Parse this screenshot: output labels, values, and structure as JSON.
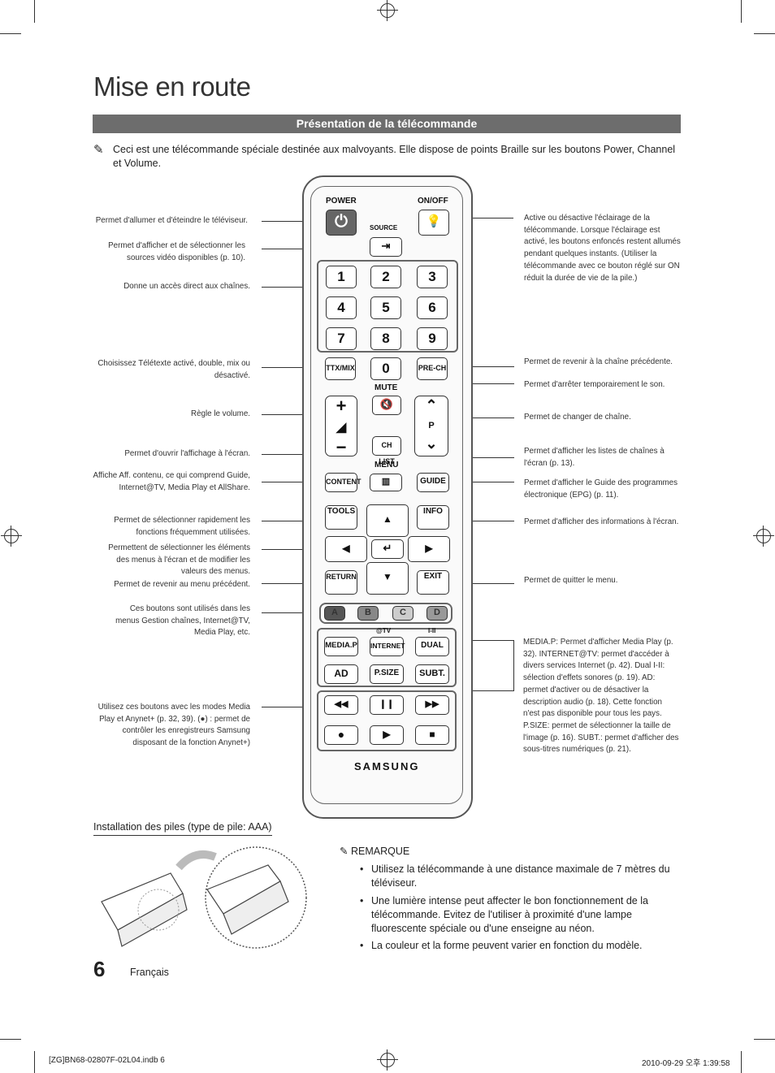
{
  "page": {
    "title": "Mise en route",
    "section": "Présentation de la télécommande",
    "note": "Ceci est une télécommande spéciale destinée aux malvoyants. Elle dispose de points Braille sur les boutons Power, Channel et Volume.",
    "page_number": "6",
    "language": "Français"
  },
  "left_desc": [
    "Permet d'allumer et d'éteindre le téléviseur.",
    "Permet d'afficher et de sélectionner les sources vidéo disponibles (p. 10).",
    "Donne un accès direct aux chaînes.",
    "Choisissez Télétexte activé, double, mix ou désactivé.",
    "Règle le volume.",
    "Permet d'ouvrir l'affichage à l'écran.",
    "Affiche Aff. contenu, ce qui comprend Guide, Internet@TV, Media Play et AllShare.",
    "Permet de sélectionner rapidement les fonctions fréquemment utilisées.",
    "Permettent de sélectionner les éléments des menus à l'écran et de modifier les valeurs des menus.",
    "Permet de revenir au menu précédent.",
    "Ces boutons sont utilisés dans les menus Gestion chaînes, Internet@TV, Media Play, etc.",
    "Utilisez ces boutons avec les modes Media Play et Anynet+ (p. 32, 39). (●) : permet de contrôler les enregistreurs Samsung disposant de la fonction Anynet+)"
  ],
  "right_desc": [
    "Active ou désactive l'éclairage de la télécommande. Lorsque l'éclairage est activé, les boutons enfoncés restent allumés pendant quelques instants. (Utiliser la télécommande avec ce bouton réglé sur ON réduit la durée de vie de la pile.)",
    "Permet de revenir à la chaîne précédente.",
    "Permet d'arrêter temporairement le son.",
    "Permet de changer de chaîne.",
    "Permet d'afficher les listes de chaînes à l'écran (p. 13).",
    "Permet d'afficher le Guide des programmes électronique (EPG) (p. 11).",
    "Permet d'afficher des informations à l'écran.",
    "Permet de quitter le menu.",
    "MEDIA.P: Permet d'afficher Media Play (p. 32). INTERNET@TV: permet d'accéder à divers services Internet (p. 42). Dual I-II: sélection d'effets sonores (p. 19). AD: permet d'activer ou de désactiver la description audio (p. 18). Cette fonction n'est pas disponible pour tous les pays. P.SIZE: permet de sélectionner la taille de l'image (p. 16). SUBT.: permet d'afficher des sous-titres numériques (p. 21)."
  ],
  "remote": {
    "power": "POWER",
    "onoff": "ON/OFF",
    "source": "SOURCE",
    "digits": [
      "1",
      "2",
      "3",
      "4",
      "5",
      "6",
      "7",
      "8",
      "9"
    ],
    "ttx": "TTX/MIX",
    "zero": "0",
    "prech": "PRE-CH",
    "mute": "MUTE",
    "p": "P",
    "chlist": "CH LIST",
    "menu": "MENU",
    "content": "CONTENT",
    "guide": "GUIDE",
    "tools": "TOOLS",
    "info": "INFO",
    "return": "RETURN",
    "exit": "EXIT",
    "colors": [
      "A",
      "B",
      "C",
      "D"
    ],
    "atv": "@TV",
    "i_ii": "I-II",
    "media": "MEDIA.P",
    "internet": "INTERNET",
    "dual": "DUAL",
    "ad": "AD",
    "psize": "P.SIZE",
    "subt": "SUBT.",
    "brand": "SAMSUNG"
  },
  "battery": {
    "title": "Installation des piles (type de pile: AAA)"
  },
  "remarque": {
    "heading": "REMARQUE",
    "items": [
      "Utilisez la télécommande à une distance maximale de 7 mètres du téléviseur.",
      "Une lumière intense peut affecter le bon fonctionnement de la télécommande. Evitez de l'utiliser à proximité d'une lampe fluorescente spéciale ou d'une enseigne au néon.",
      "La couleur et la forme peuvent varier en fonction du modèle."
    ]
  },
  "footer": {
    "left": "[ZG]BN68-02807F-02L04.indb   6",
    "right": "2010-09-29   오후 1:39:58"
  },
  "colors": {
    "bar": "#6d6d6d",
    "a": "#555555",
    "b": "#888888",
    "c": "#bbbbbb",
    "d": "#999999"
  }
}
